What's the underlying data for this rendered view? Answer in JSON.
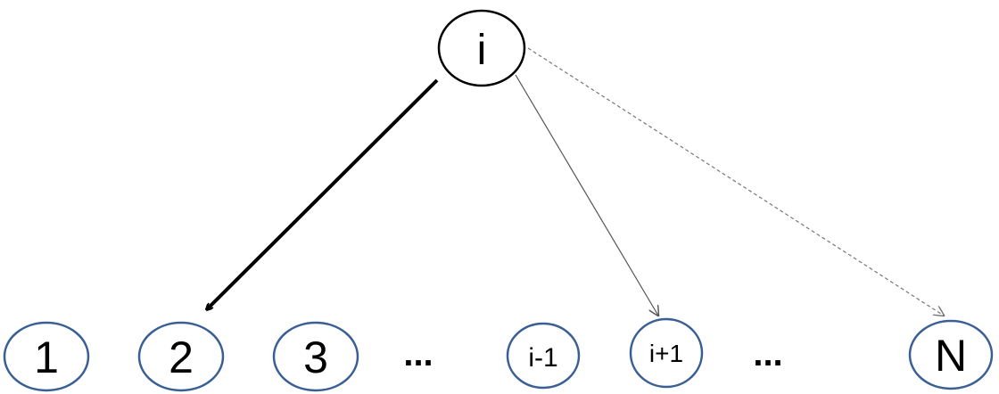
{
  "root": {
    "label": "i"
  },
  "children": [
    {
      "label": "1"
    },
    {
      "label": "2"
    },
    {
      "label": "3"
    },
    {
      "label": "..."
    },
    {
      "label": "i-1"
    },
    {
      "label": "i+1"
    },
    {
      "label": "..."
    },
    {
      "label": "N"
    }
  ],
  "colors": {
    "root_stroke": "#000000",
    "child_stroke": "#3a5f95",
    "arrow_strong": "#000000",
    "arrow_thin": "#555555",
    "arrow_dashed": "#777777"
  }
}
